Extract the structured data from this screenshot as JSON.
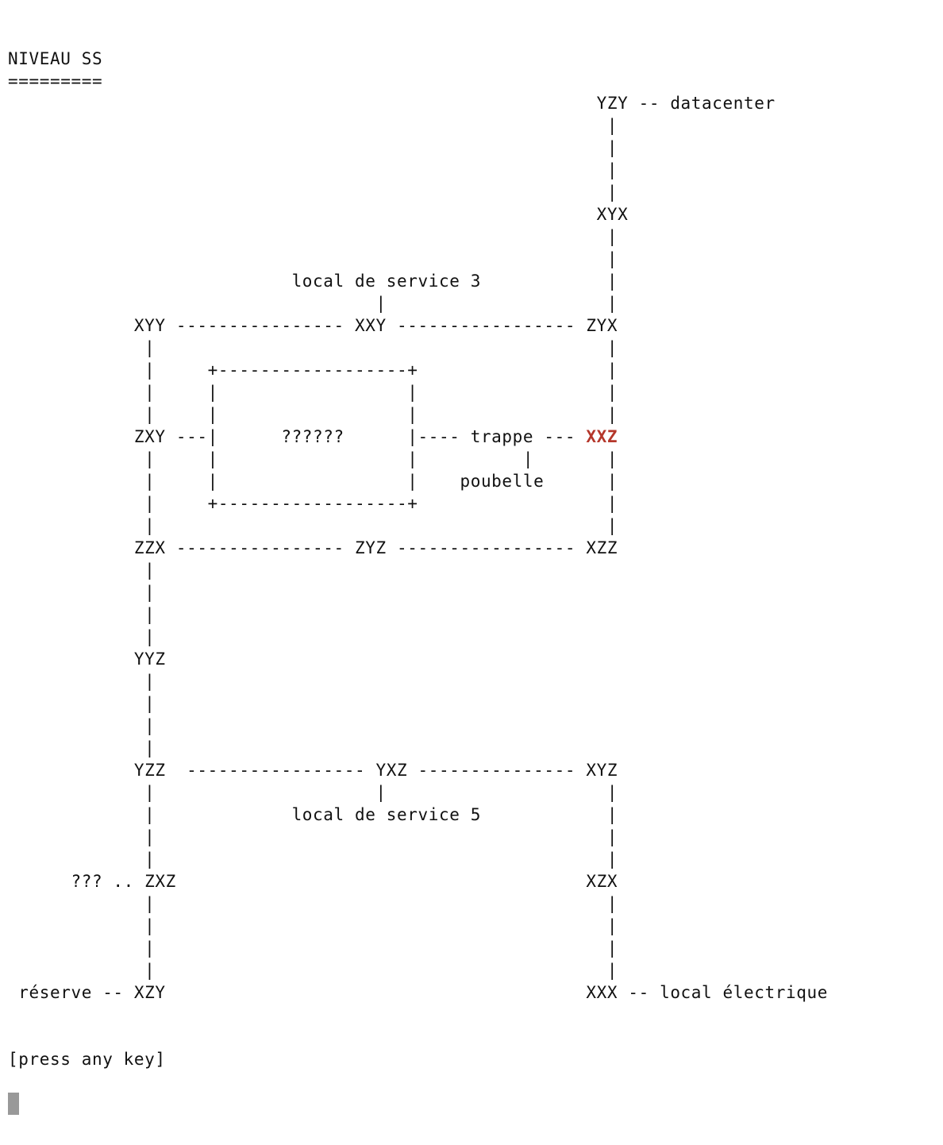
{
  "terminal": {
    "title": "NIVEAU SS",
    "underline": "=========",
    "highlight_node": "XXZ",
    "highlight_color": "#b5372b",
    "map_lines": [
      "                                                        YZY -- datacenter",
      "                                                         |",
      "                                                         |",
      "                                                         |",
      "                                                         |",
      "                                                        XYX",
      "                                                         |",
      "                                                         |",
      "                           local de service 3            |",
      "                                   |                     |",
      "            XYY ---------------- XXY ----------------- ZYX",
      "             |                                           |",
      "             |     +------------------+                  |",
      "             |     |                  |                  |",
      "             |     |                  |                  |",
      "            ZXY ---|      ??????      |---- trappe --- XXZ",
      "             |     |                  |          |       |",
      "             |     |                  |    poubelle      |",
      "             |     +------------------+                  |",
      "             |                                           |",
      "            ZZX ---------------- ZYZ ----------------- XZZ",
      "             |",
      "             |",
      "             |",
      "             |",
      "            YYZ",
      "             |",
      "             |",
      "             |",
      "             |",
      "            YZZ  ----------------- YXZ --------------- XYZ",
      "             |                     |                     |",
      "             |             local de service 5            |",
      "             |                                           |",
      "             |                                           |",
      "      ??? .. ZXZ                                       XZX",
      "             |                                           |",
      "             |                                           |",
      "             |                                           |",
      "             |                                           |",
      " réserve -- XZY                                        XXX -- local électrique"
    ],
    "prompt": "[press any key]"
  }
}
